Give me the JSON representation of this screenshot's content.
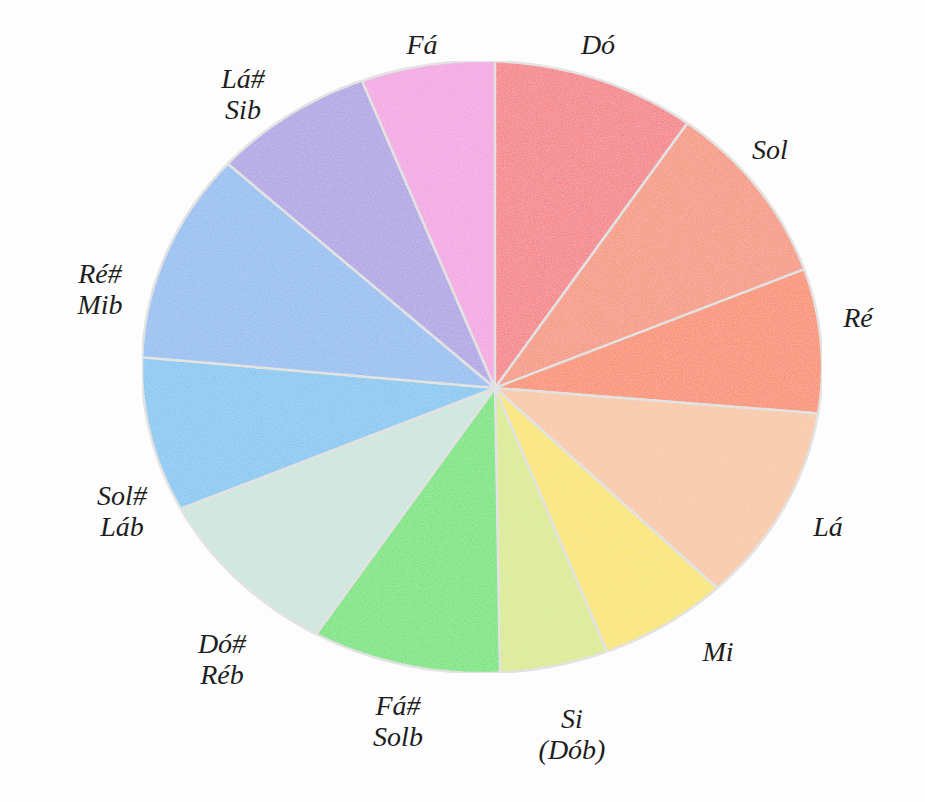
{
  "diagram": {
    "labels": [
      "Dó",
      "Sol",
      "Ré",
      "Lá",
      "Mi",
      "Si (Dób)",
      "Fá# Solb",
      "Dó# Réb",
      "Sol# Láb",
      "Ré# Mib",
      "Lá# Sib",
      "Fá"
    ]
  }
}
